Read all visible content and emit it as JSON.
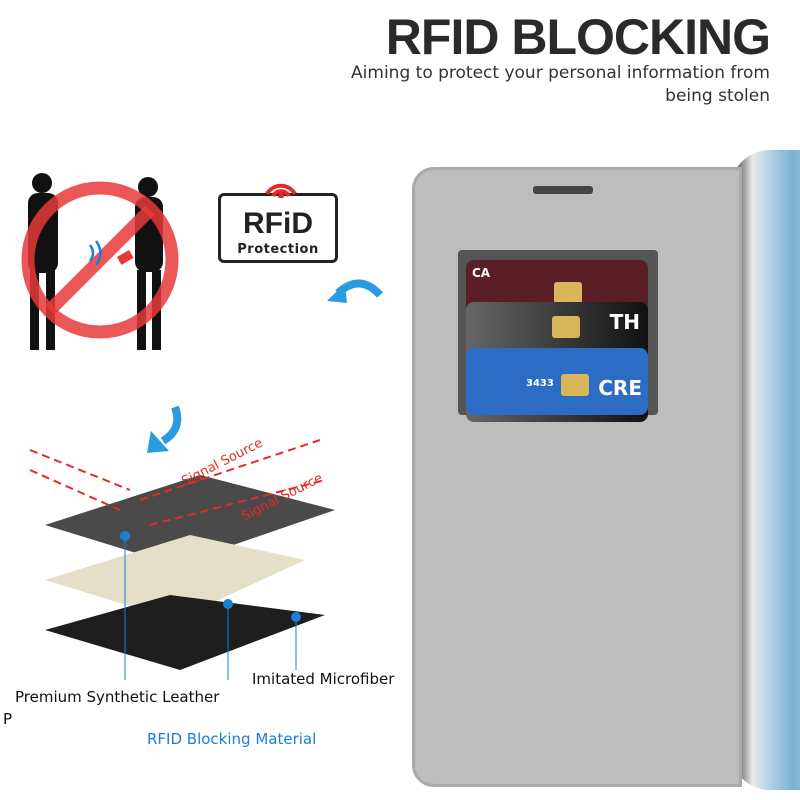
{
  "header": {
    "title": "RFID BLOCKING",
    "subtitle": "Aiming to protect your personal information from being stolen"
  },
  "badge": {
    "main": "RFiD",
    "sub": "Protection"
  },
  "layers": {
    "signal_1": "Signal Source",
    "signal_2": "Signal Source",
    "top_label": "Premium Synthetic Leather",
    "middle_label": "RFID Blocking Material",
    "bottom_label": "Imitated Microfiber",
    "stray_letter": "P"
  },
  "cards": [
    {
      "text": "CA",
      "color": "#5a1f26"
    },
    {
      "text": "TH",
      "color": "#1e1e1e"
    },
    {
      "text": "CRE",
      "number": "3433",
      "color": "#2d6cc4"
    }
  ],
  "colors": {
    "accent_blue": "#1a7fd6",
    "signal_red": "#e62a2a",
    "case_gray": "#bdbdbd"
  }
}
